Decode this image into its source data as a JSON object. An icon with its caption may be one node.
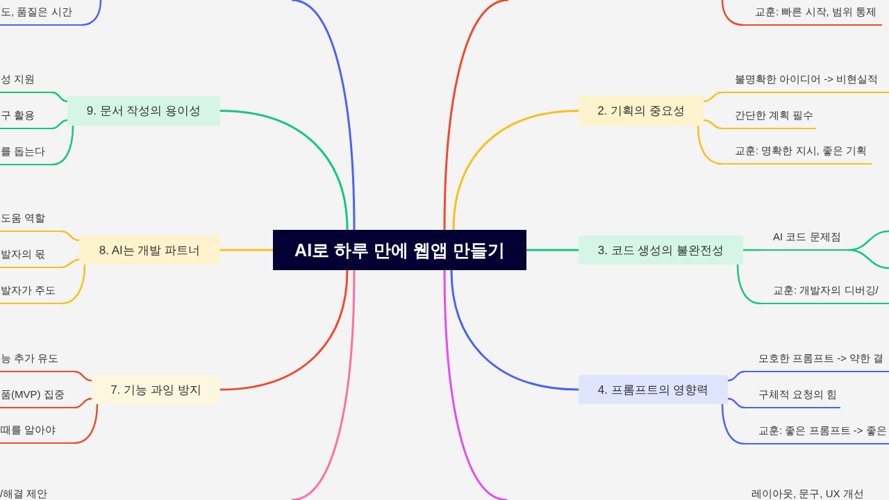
{
  "diagram": {
    "nodes": [
      {
        "text": [
          "AI로 하루 만에 웹앱 만들기"
        ]
      },
      {
        "text": [
          "교훈: 빠른 시작, 범위 통제"
        ]
      },
      {
        "text": [
          "2. 기획의 중요성"
        ]
      },
      {
        "text": [
          "불명확한 아이디어 -> 비현실적"
        ]
      },
      {
        "text": [
          "간단한 계획 필수"
        ]
      },
      {
        "text": [
          "교훈: 명확한 지시, 좋은 기획"
        ]
      },
      {
        "text": [
          "3. 코드 생성의 불완전성"
        ]
      },
      {
        "text": [
          "AI 코드 문제점"
        ]
      },
      {
        "text": [
          "교훈: 개발자의 디버깅/"
        ]
      },
      {
        "text": [
          "4. 프롬프트의 영향력"
        ]
      },
      {
        "text": [
          "모호한 프롬프트 -> 약한 결"
        ]
      },
      {
        "text": [
          "구체적 요청의 힘"
        ]
      },
      {
        "text": [
          "교훈: 좋은 프롬프트 -> 좋은"
        ]
      },
      {
        "text": [
          "도, 품질은 시간"
        ]
      },
      {
        "text": [
          "9. 문서 작성의 용이성"
        ]
      },
      {
        "text": [
          "성 지원"
        ]
      },
      {
        "text": [
          "구 활용"
        ]
      },
      {
        "text": [
          "를 돕는다"
        ]
      },
      {
        "text": [
          "8. AI는 개발 파트너"
        ]
      },
      {
        "text": [
          "도움 역할"
        ]
      },
      {
        "text": [
          "발자의 몫"
        ]
      },
      {
        "text": [
          "발자가 주도"
        ]
      },
      {
        "text": [
          "7. 기능 과잉 방지"
        ]
      },
      {
        "text": [
          "능 추가 유도"
        ]
      },
      {
        "text": [
          "품(MVP) 집중"
        ]
      },
      {
        "text": [
          "때를 알아야"
        ]
      }
    ],
    "edges": [
      {
        "from": 0,
        "to": null,
        "arrow": "none",
        "color": "#ef4a2b"
      },
      {
        "from": null,
        "to": 1,
        "arrow": "none",
        "color": "#ef4a2b"
      },
      {
        "from": 0,
        "to": 2,
        "arrow": "none",
        "color": "#f8c11b"
      },
      {
        "from": 2,
        "to": 3,
        "arrow": "none",
        "color": "#f8c11b"
      },
      {
        "from": 2,
        "to": 4,
        "arrow": "none",
        "color": "#f8c11b"
      },
      {
        "from": 2,
        "to": 5,
        "arrow": "none",
        "color": "#f8c11b"
      },
      {
        "from": 0,
        "to": 6,
        "arrow": "none"
      },
      {
        "from": 6,
        "to": 7,
        "arrow": "none"
      },
      {
        "from": 7,
        "to": null,
        "arrow": "none"
      },
      {
        "from": 7,
        "to": null,
        "arrow": "none"
      },
      {
        "from": 6,
        "to": 8,
        "arrow": "none"
      },
      {
        "from": 0,
        "to": 9,
        "arrow": "none",
        "color": "#4b63f6"
      },
      {
        "from": 9,
        "to": 10,
        "arrow": "none",
        "color": "#4b63f6"
      },
      {
        "from": 9,
        "to": 11,
        "arrow": "none",
        "color": "#4b63f6"
      },
      {
        "from": 9,
        "to": 12,
        "arrow": "none",
        "color": "#4b63f6"
      },
      {
        "from": 0,
        "to": null,
        "arrow": "none",
        "color": "#e34cf3"
      },
      {
        "from": 0,
        "to": null,
        "arrow": "none",
        "color": "#ff6fa0"
      },
      {
        "from": 0,
        "to": 22,
        "arrow": "none",
        "color": "#ef4a2b"
      },
      {
        "from": 22,
        "to": 23,
        "arrow": "none",
        "color": "#ef4a2b"
      },
      {
        "from": 22,
        "to": 24,
        "arrow": "none",
        "color": "#ef4a2b"
      },
      {
        "from": 22,
        "to": 25,
        "arrow": "none",
        "color": "#ef4a2b"
      },
      {
        "from": 0,
        "to": 18,
        "arrow": "none",
        "color": "#f8c11b"
      },
      {
        "from": 18,
        "to": 19,
        "arrow": "none",
        "color": "#f8c11b"
      },
      {
        "from": 18,
        "to": 20,
        "arrow": "none",
        "color": "#f8c11b"
      },
      {
        "from": 18,
        "to": 21,
        "arrow": "none",
        "color": "#f8c11b"
      },
      {
        "from": 0,
        "to": 14,
        "arrow": "none"
      },
      {
        "from": 14,
        "to": 15,
        "arrow": "none"
      },
      {
        "from": 14,
        "to": 16,
        "arrow": "none"
      },
      {
        "from": 14,
        "to": 17,
        "arrow": "none"
      },
      {
        "from": 0,
        "to": null,
        "arrow": "none",
        "color": "#4b63f6"
      },
      {
        "from": null,
        "to": 13,
        "arrow": "none",
        "color": "#4b63f6"
      }
    ],
    "labels": [
      "레이아웃, 문구, UX 개선",
      "/해결 제안"
    ]
  }
}
